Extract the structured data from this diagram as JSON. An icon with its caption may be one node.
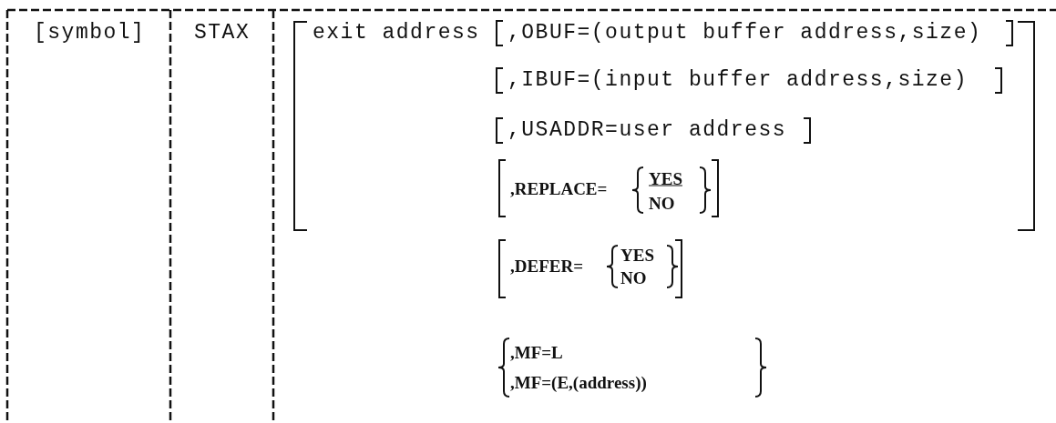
{
  "diagram": {
    "labels": [
      "[symbol]",
      "STAX",
      "exit address",
      ",OBUF=(output buffer address,size)",
      ",IBUF=(input buffer address,size)",
      ",USADDR=user address",
      ",REPLACE=",
      "YES",
      "NO",
      ",DEFER=",
      "YES",
      "NO",
      ",MF=L",
      ",MF=(E,(address))"
    ]
  }
}
